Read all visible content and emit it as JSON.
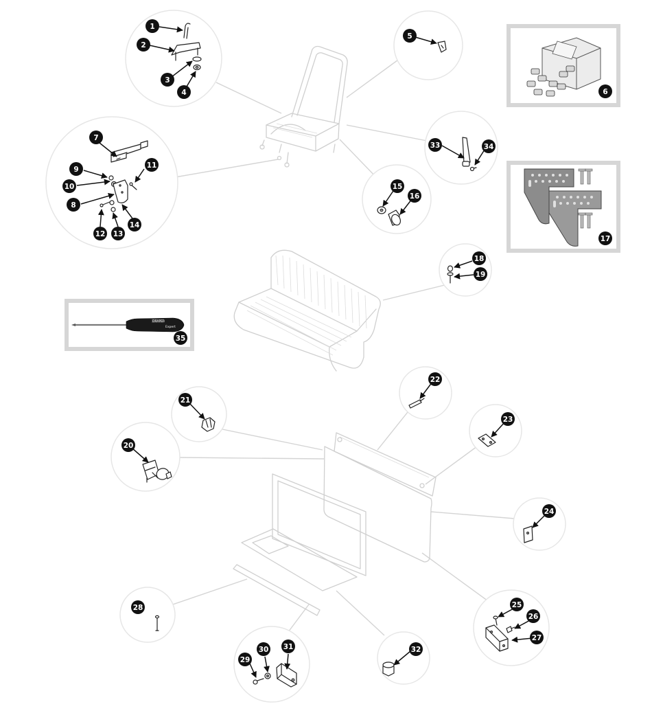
{
  "callouts": {
    "c1": "1",
    "c2": "2",
    "c3": "3",
    "c4": "4",
    "c5": "5",
    "c6": "6",
    "c7": "7",
    "c8": "8",
    "c9": "9",
    "c10": "10",
    "c11": "11",
    "c12": "12",
    "c13": "13",
    "c14": "14",
    "c15": "15",
    "c16": "16",
    "c17": "17",
    "c18": "18",
    "c19": "19",
    "c20": "20",
    "c21": "21",
    "c22": "22",
    "c23": "23",
    "c24": "24",
    "c25": "25",
    "c26": "26",
    "c27": "27",
    "c28": "28",
    "c29": "29",
    "c30": "30",
    "c31": "31",
    "c32": "32",
    "c33": "33",
    "c34": "34",
    "c35": "35"
  },
  "screwdriver": {
    "brand": "DRAPER",
    "line": "Expert"
  },
  "colors": {
    "callout": "#111111",
    "ghost": "#cfcfcf",
    "bubble_border": "#e6e6e6",
    "photo_frame": "#d6d6d6",
    "bracket_plate": "#8c8c8c",
    "handle": "#1a1a1a"
  }
}
